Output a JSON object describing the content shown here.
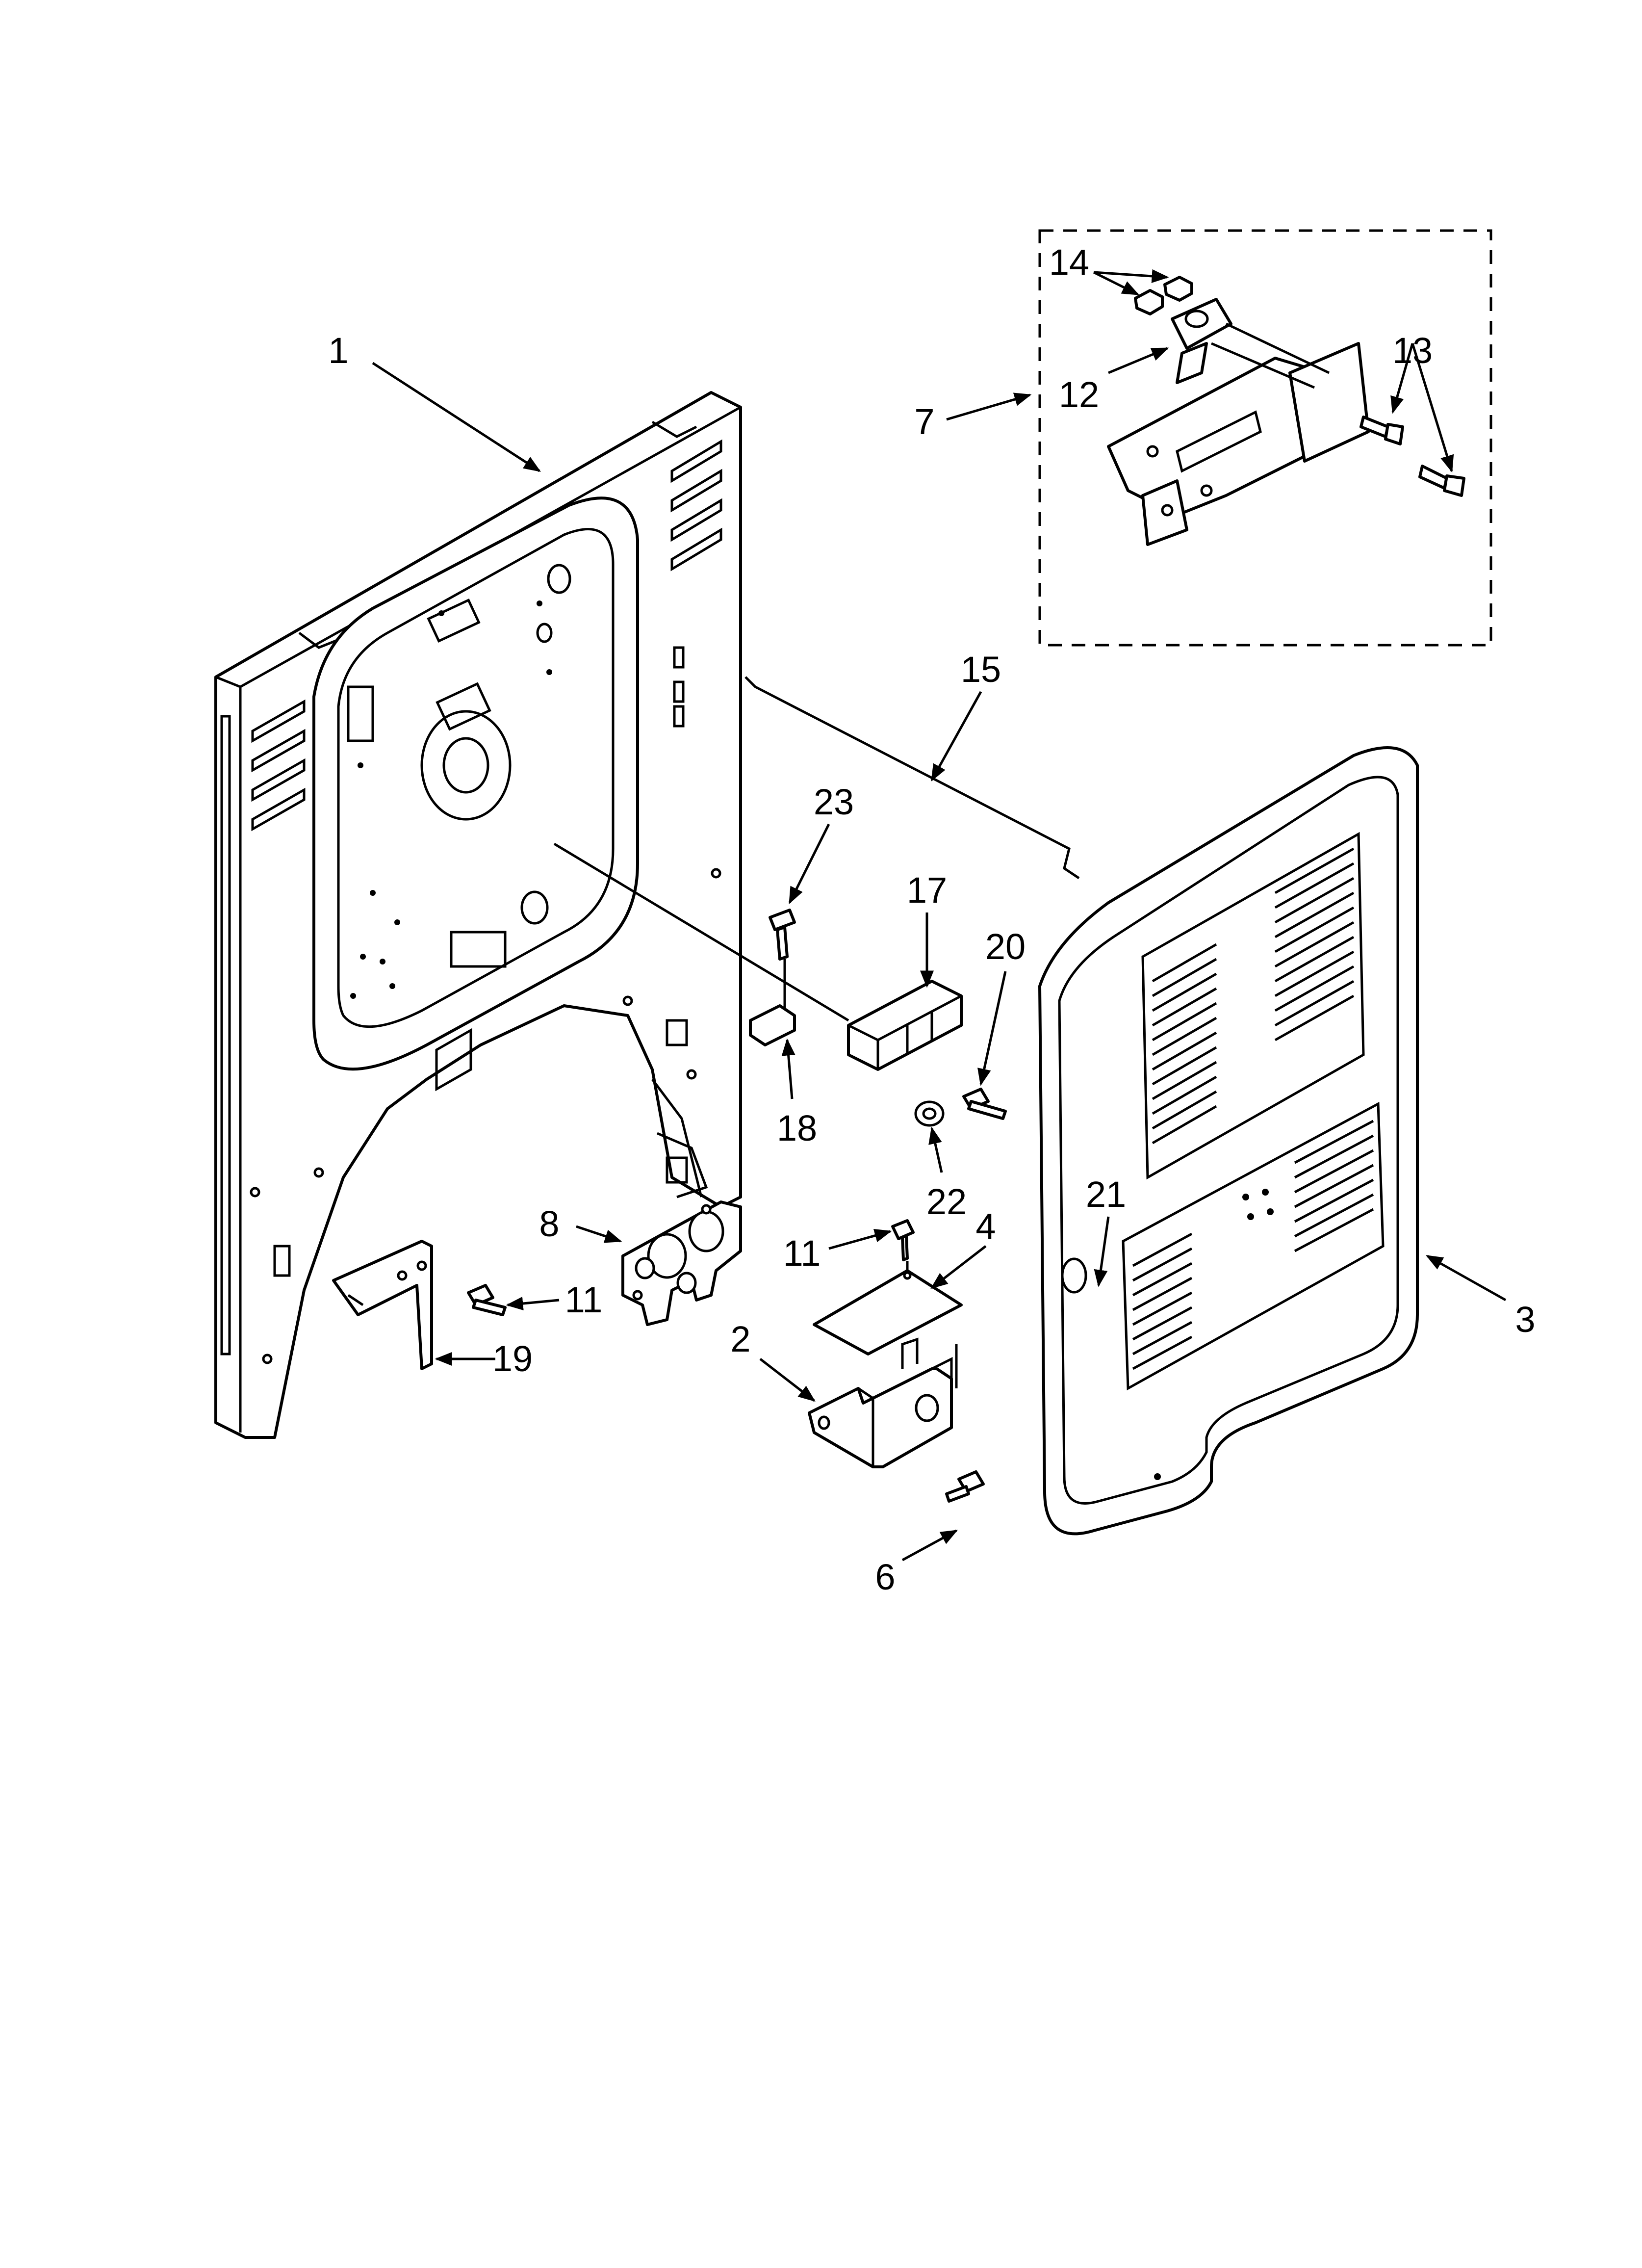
{
  "callouts": [
    {
      "label": "1"
    },
    {
      "label": "7"
    },
    {
      "label": "14"
    },
    {
      "label": "12"
    },
    {
      "label": "13"
    },
    {
      "label": "15"
    },
    {
      "label": "23"
    },
    {
      "label": "17"
    },
    {
      "label": "20"
    },
    {
      "label": "18"
    },
    {
      "label": "22"
    },
    {
      "label": "8"
    },
    {
      "label": "11"
    },
    {
      "label": "19"
    },
    {
      "label": "11"
    },
    {
      "label": "4"
    },
    {
      "label": "2"
    },
    {
      "label": "6"
    },
    {
      "label": "21"
    },
    {
      "label": "3"
    }
  ]
}
